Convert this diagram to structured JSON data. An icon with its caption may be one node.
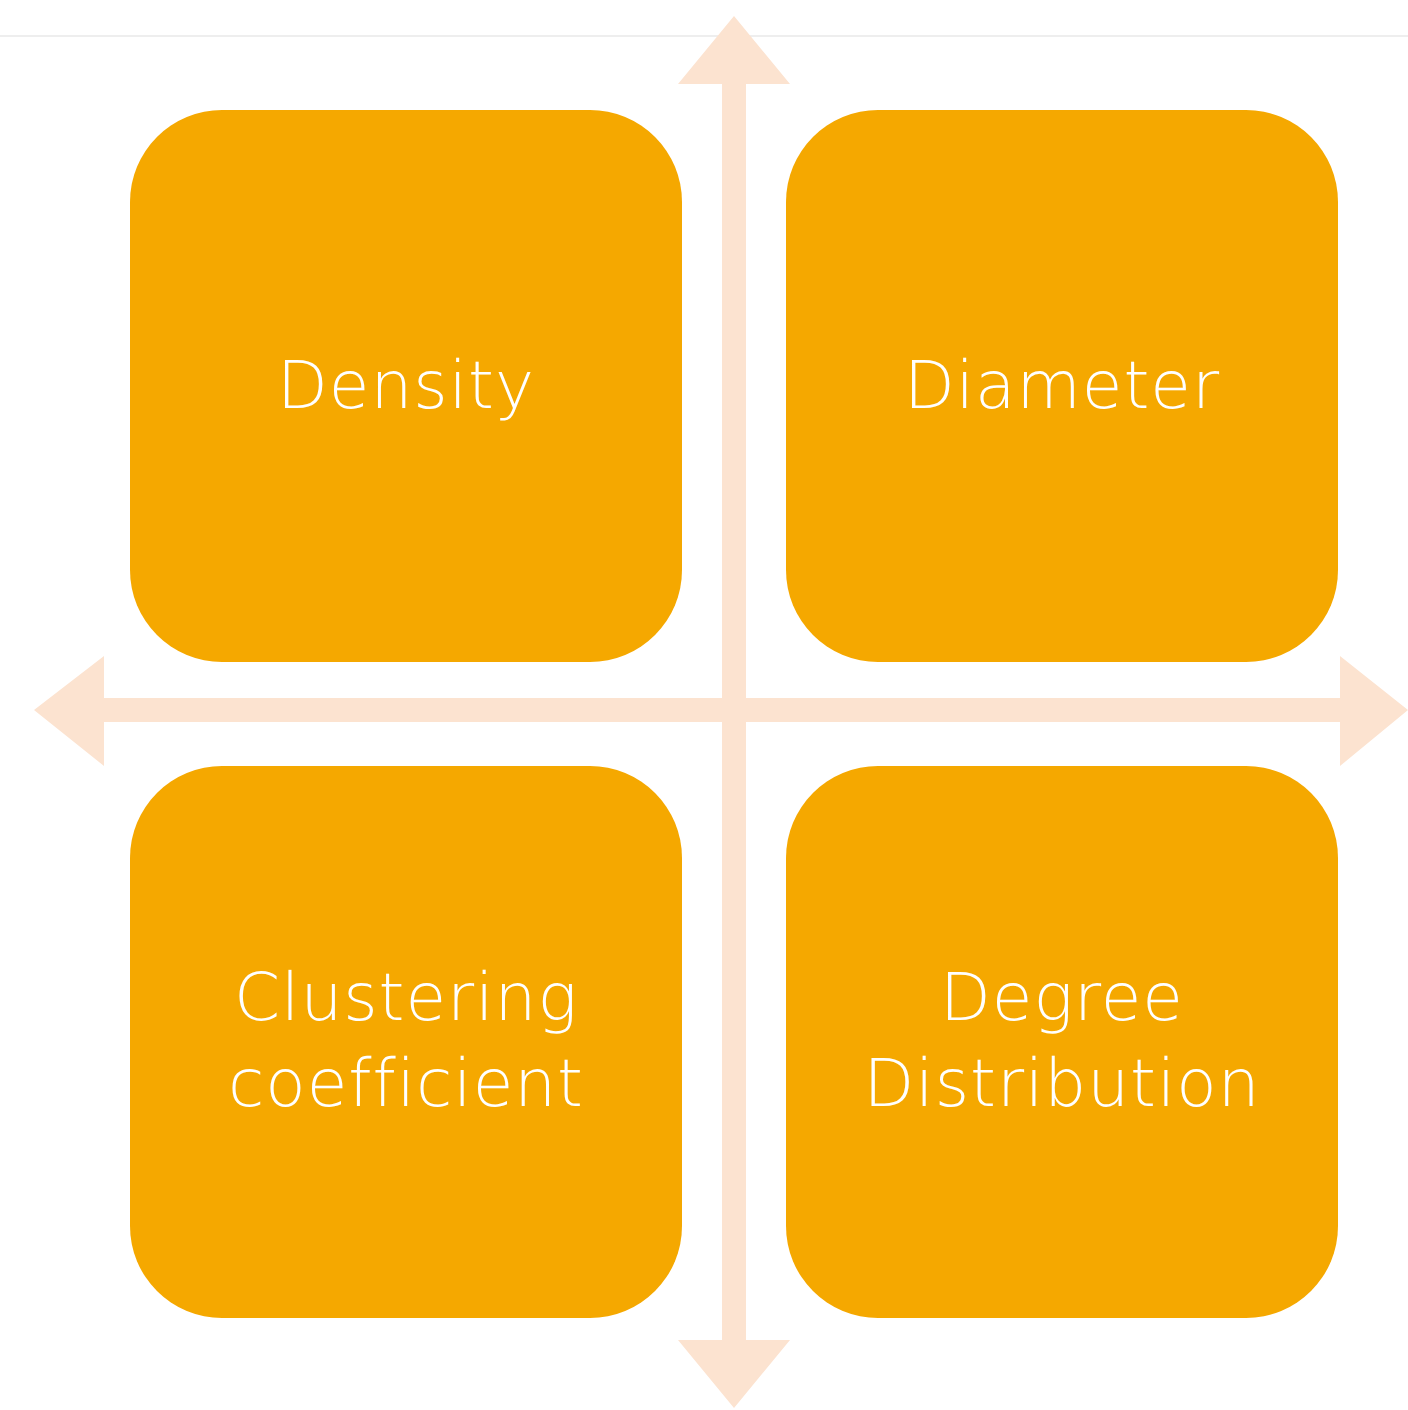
{
  "diagram": {
    "nodes": [
      {
        "text": [
          "Density"
        ]
      },
      {
        "text": [
          "Diameter"
        ]
      },
      {
        "text": [
          "Clustering coefficient"
        ]
      },
      {
        "text": [
          "Degree Distribution"
        ]
      }
    ]
  }
}
